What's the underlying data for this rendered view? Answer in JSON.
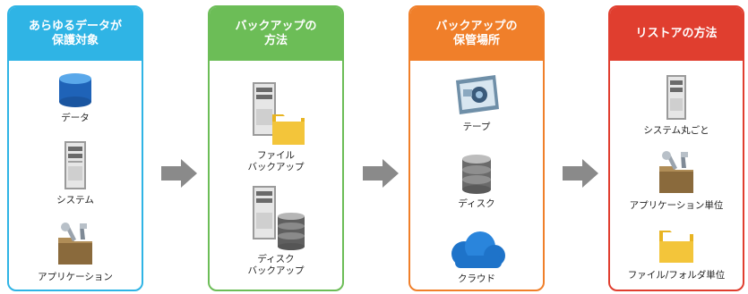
{
  "colors": {
    "blue": "#2fb4e5",
    "green": "#6cbd57",
    "orange": "#f07f2a",
    "red": "#e03e2f",
    "arrow": "#8a8a8a"
  },
  "columns": [
    {
      "title": "あらゆるデータが\n保護対象",
      "items": [
        {
          "label": "データ",
          "icon": "database-icon"
        },
        {
          "label": "システム",
          "icon": "server-icon"
        },
        {
          "label": "アプリケーション",
          "icon": "tools-folder-icon"
        }
      ]
    },
    {
      "title": "バックアップの\n方法",
      "items": [
        {
          "label": "ファイル\nバックアップ",
          "icon": "server-folder-icon"
        },
        {
          "label": "ディスク\nバックアップ",
          "icon": "server-disk-icon"
        }
      ]
    },
    {
      "title": "バックアップの\n保管場所",
      "items": [
        {
          "label": "テープ",
          "icon": "tape-icon"
        },
        {
          "label": "ディスク",
          "icon": "disk-stack-icon"
        },
        {
          "label": "クラウド",
          "icon": "cloud-icon"
        }
      ]
    },
    {
      "title": "リストアの方法",
      "items": [
        {
          "label": "システム丸ごと",
          "icon": "server-icon"
        },
        {
          "label": "アプリケーション単位",
          "icon": "tools-folder-icon"
        },
        {
          "label": "ファイル/フォルダ単位",
          "icon": "folder-icon"
        }
      ]
    }
  ]
}
